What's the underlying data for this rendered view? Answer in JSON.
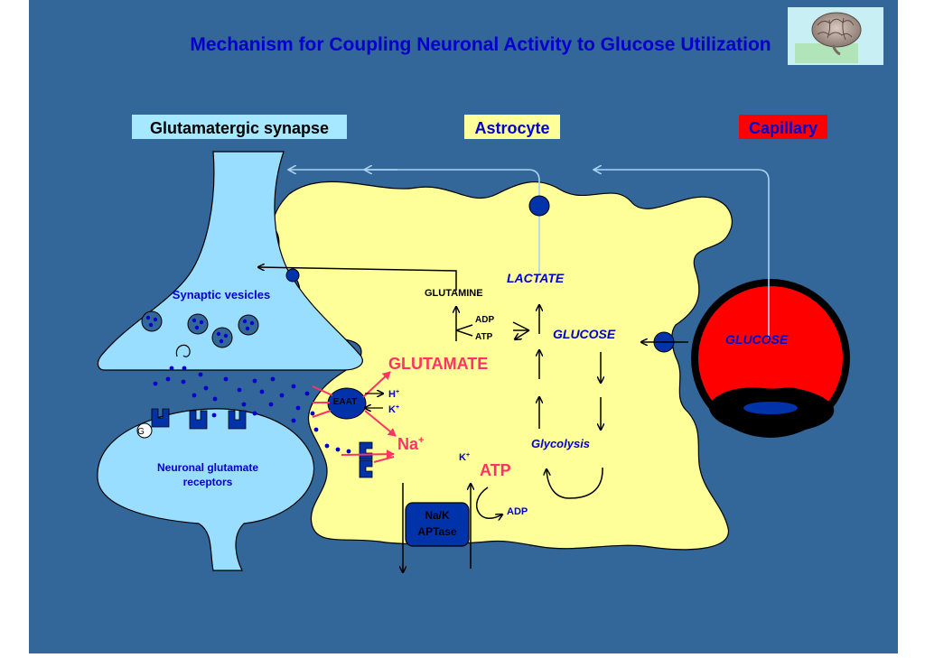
{
  "title": "Mechanism for Coupling Neuronal Activity to Glucose Utilization",
  "headers": {
    "synapse": "Glutamatergic synapse",
    "astrocyte": "Astrocyte",
    "capillary": "Capillary"
  },
  "labels": {
    "synaptic_vesicles": "Synaptic vesicles",
    "neuronal_receptors_line1": "Neuronal glutamate",
    "neuronal_receptors_line2": "receptors",
    "g_protein": "G",
    "eaat": "EAAT",
    "h_ion": "H",
    "k_ion": "K",
    "na_ion": "Na",
    "plus": "+",
    "k_ion_atp": "K",
    "glutamate": "GLUTAMATE",
    "glutamine": "GLUTAMINE",
    "adp_top": "ADP",
    "atp_top": "ATP",
    "lactate": "LACTATE",
    "glucose_astrocyte": "GLUCOSE",
    "glucose_capillary": "GLUCOSE",
    "glycolysis": "Glycolysis",
    "atp_main": "ATP",
    "adp_bottom": "ADP",
    "pump_line1": "Na/K",
    "pump_line2": "APTase"
  },
  "colors": {
    "background": "#336699",
    "astrocyte_fill": "#ffff99",
    "neuron_fill": "#99ddff",
    "capillary_fill": "#ff0000",
    "title_text": "#0000cc",
    "accent_red": "#ff3366",
    "transporter": "#0033aa",
    "flow_arrow": "#99ccee"
  },
  "icons": {
    "logo": "brain-icon"
  }
}
